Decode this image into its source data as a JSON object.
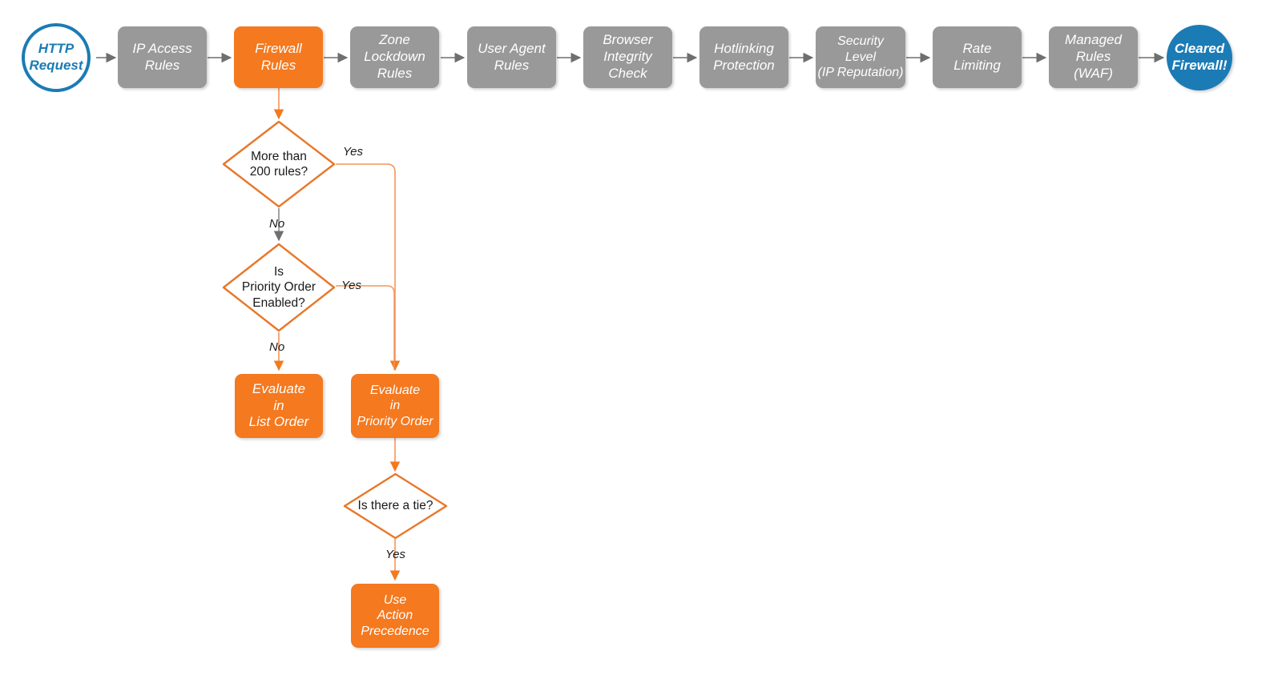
{
  "diagram": {
    "title": "Cloudflare firewall rules evaluation order flowchart",
    "colors": {
      "gray_node": "#999999",
      "orange_node": "#F4791F",
      "blue": "#1B7BB5",
      "gray_edge": "#808080",
      "orange_edge": "#F4955C"
    },
    "pipeline": [
      {
        "id": "http-request",
        "type": "terminator-outline",
        "label": "HTTP\nRequest"
      },
      {
        "id": "ip-access-rules",
        "type": "process-gray",
        "label": "IP Access\nRules"
      },
      {
        "id": "firewall-rules",
        "type": "process-orange",
        "label": "Firewall\nRules"
      },
      {
        "id": "zone-lockdown-rules",
        "type": "process-gray",
        "label": "Zone\nLockdown\nRules"
      },
      {
        "id": "user-agent-rules",
        "type": "process-gray",
        "label": "User Agent\nRules"
      },
      {
        "id": "browser-integrity-check",
        "type": "process-gray",
        "label": "Browser\nIntegrity\nCheck"
      },
      {
        "id": "hotlinking-protection",
        "type": "process-gray",
        "label": "Hotlinking\nProtection"
      },
      {
        "id": "security-level",
        "type": "process-gray",
        "label": "Security\nLevel\n(IP Reputation)"
      },
      {
        "id": "rate-limiting",
        "type": "process-gray",
        "label": "Rate\nLimiting"
      },
      {
        "id": "managed-rules-waf",
        "type": "process-gray",
        "label": "Managed\nRules\n(WAF)"
      },
      {
        "id": "cleared-firewall",
        "type": "terminator-filled",
        "label": "Cleared\nFirewall!"
      }
    ],
    "decisions": [
      {
        "id": "more-than-200-rules",
        "label": "More than\n200 rules?"
      },
      {
        "id": "is-priority-order-enabled",
        "label": "Is\nPriority Order\nEnabled?"
      },
      {
        "id": "is-there-a-tie",
        "label": "Is there a tie?"
      }
    ],
    "outcomes": [
      {
        "id": "evaluate-in-list-order",
        "label": "Evaluate\nin\nList Order"
      },
      {
        "id": "evaluate-in-priority-order",
        "label": "Evaluate\nin\nPriority Order"
      },
      {
        "id": "use-action-precedence",
        "label": "Use\nAction\nPrecedence"
      }
    ],
    "edge_labels": {
      "yes_200_rules": "Yes",
      "no_200_rules": "No",
      "yes_priority_order": "Yes",
      "no_priority_order": "No",
      "yes_tie": "Yes"
    }
  }
}
